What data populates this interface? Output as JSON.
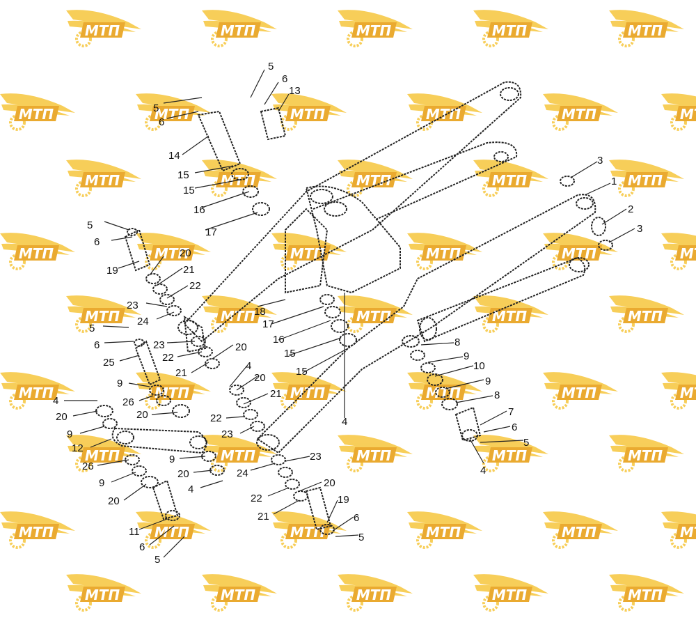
{
  "watermark": {
    "text": "МТП",
    "colors": {
      "wing": "#f7c948",
      "badge": "#e8a11a",
      "text": "#ffffff"
    }
  },
  "callouts": {
    "c1": "1",
    "c2": "2",
    "c3": "3",
    "c4": "4",
    "c5": "5",
    "c6": "6",
    "c7": "7",
    "c8": "8",
    "c9": "9",
    "c10": "10",
    "c11": "11",
    "c12": "12",
    "c13": "13",
    "c14": "14",
    "c15": "15",
    "c16": "16",
    "c17": "17",
    "c18": "18",
    "c19": "19",
    "c20": "20",
    "c21": "21",
    "c22": "22",
    "c23": "23",
    "c24": "24",
    "c25": "25",
    "c26": "26"
  }
}
